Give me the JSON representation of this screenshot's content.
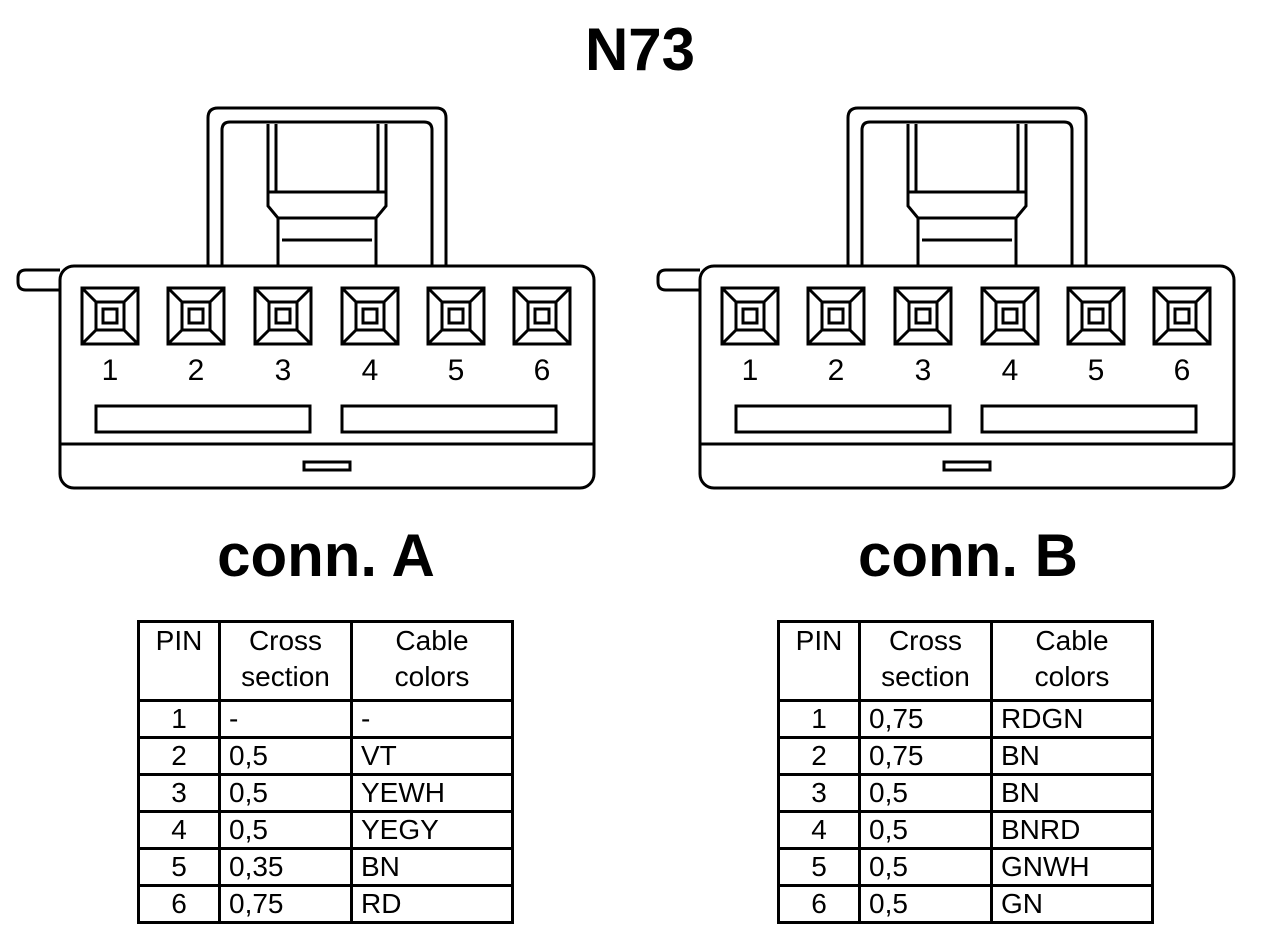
{
  "title": "N73",
  "connectors": [
    {
      "label": "conn. A",
      "pins": [
        "1",
        "2",
        "3",
        "4",
        "5",
        "6"
      ],
      "table": {
        "headers": {
          "pin": "PIN",
          "cross_l1": "Cross",
          "cross_l2": "section",
          "cable_l1": "Cable",
          "cable_l2": "colors"
        },
        "rows": [
          {
            "pin": "1",
            "cross": "-",
            "color": "-"
          },
          {
            "pin": "2",
            "cross": "0,5",
            "color": "VT"
          },
          {
            "pin": "3",
            "cross": "0,5",
            "color": "YEWH"
          },
          {
            "pin": "4",
            "cross": "0,5",
            "color": "YEGY"
          },
          {
            "pin": "5",
            "cross": "0,35",
            "color": "BN"
          },
          {
            "pin": "6",
            "cross": "0,75",
            "color": "RD"
          }
        ]
      }
    },
    {
      "label": "conn. B",
      "pins": [
        "1",
        "2",
        "3",
        "4",
        "5",
        "6"
      ],
      "table": {
        "headers": {
          "pin": "PIN",
          "cross_l1": "Cross",
          "cross_l2": "section",
          "cable_l1": "Cable",
          "cable_l2": "colors"
        },
        "rows": [
          {
            "pin": "1",
            "cross": "0,75",
            "color": "RDGN"
          },
          {
            "pin": "2",
            "cross": "0,75",
            "color": "BN"
          },
          {
            "pin": "3",
            "cross": "0,5",
            "color": "BN"
          },
          {
            "pin": "4",
            "cross": "0,5",
            "color": "BNRD"
          },
          {
            "pin": "5",
            "cross": "0,5",
            "color": "GNWH"
          },
          {
            "pin": "6",
            "cross": "0,5",
            "color": "GN"
          }
        ]
      }
    }
  ]
}
